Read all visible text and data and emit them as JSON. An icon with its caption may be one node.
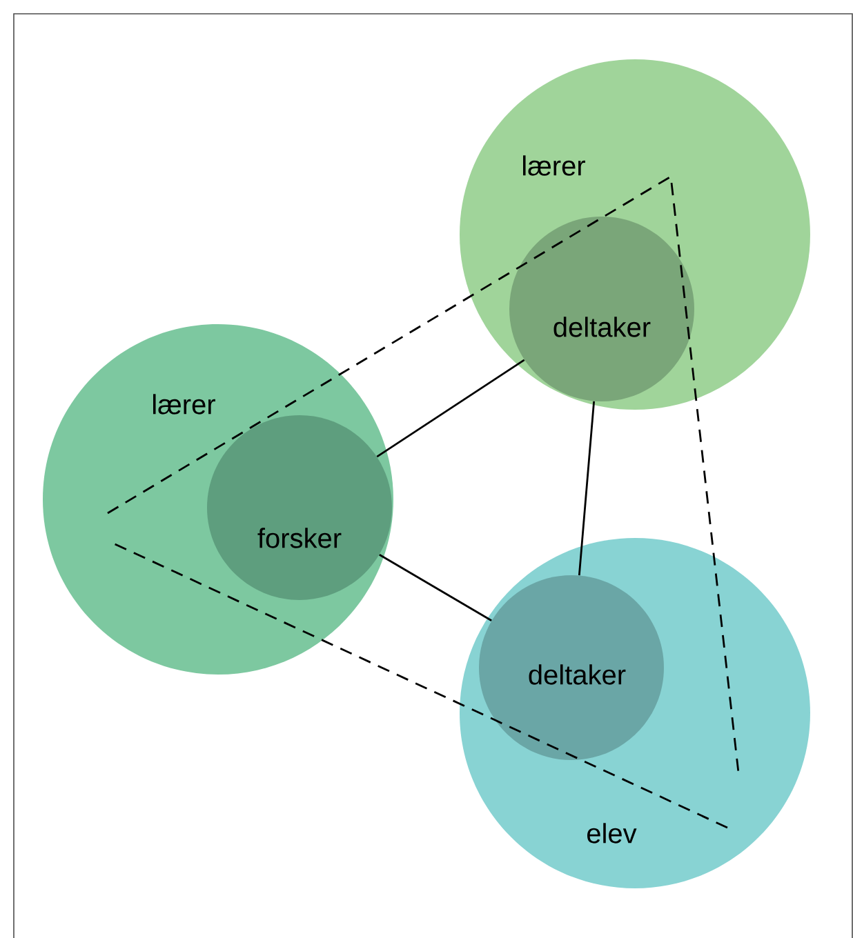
{
  "diagram": {
    "nodes": [
      {
        "text": [
          "lærer"
        ]
      },
      {
        "text": [
          "forsker"
        ],
        "in": 0
      },
      {
        "text": [
          "lærer"
        ]
      },
      {
        "text": [
          "deltaker"
        ],
        "in": 2
      },
      {
        "text": [
          "elev"
        ]
      },
      {
        "text": [
          "deltaker"
        ],
        "in": 4
      }
    ],
    "edges": [
      {
        "from": 1,
        "to": 3,
        "arrow": "none"
      },
      {
        "from": 1,
        "to": 5,
        "arrow": "none"
      },
      {
        "from": 3,
        "to": 5,
        "arrow": "none"
      }
    ]
  }
}
